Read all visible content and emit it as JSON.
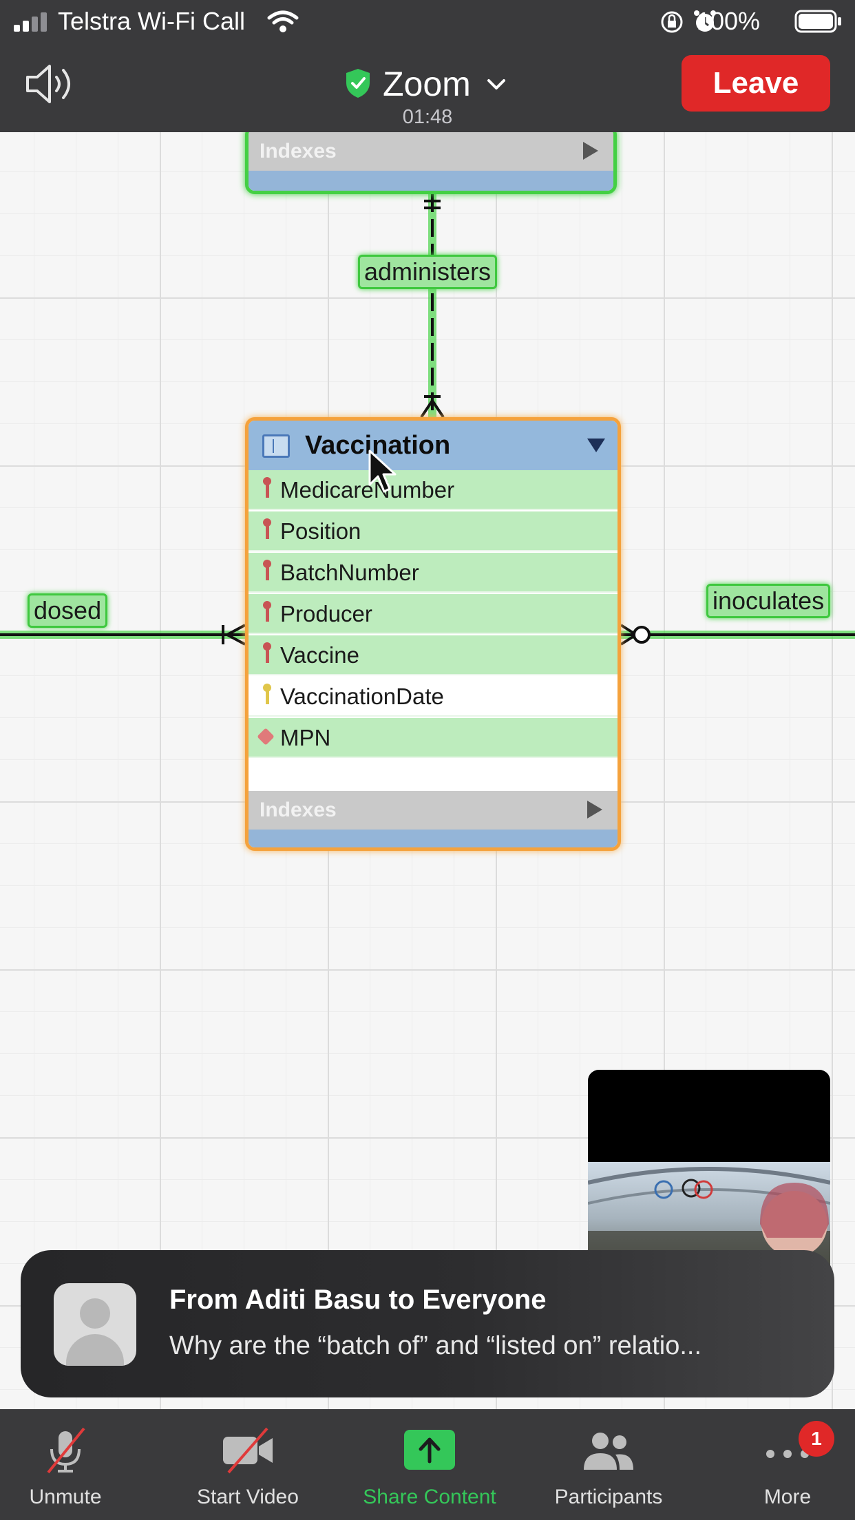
{
  "status_bar": {
    "carrier": "Telstra Wi-Fi Call",
    "battery_percent": "100%",
    "icons": [
      "signal-bars-icon",
      "wifi-icon",
      "orientation-lock-icon",
      "alarm-icon",
      "battery-icon"
    ]
  },
  "top_bar": {
    "meeting_title": "Zoom",
    "timer": "01:48",
    "leave_label": "Leave",
    "icons": [
      "speaker-icon",
      "shield-check-icon",
      "chevron-down-icon"
    ]
  },
  "diagram": {
    "top_entity": {
      "indexes_label": "Indexes"
    },
    "relationships": {
      "administers": "administers",
      "dosed": "dosed",
      "inoculates": "inoculates"
    },
    "entity": {
      "title": "Vaccination",
      "attributes": [
        {
          "name": "MedicareNumber",
          "key": "primary"
        },
        {
          "name": "Position",
          "key": "primary"
        },
        {
          "name": "BatchNumber",
          "key": "primary"
        },
        {
          "name": "Producer",
          "key": "primary"
        },
        {
          "name": "Vaccine",
          "key": "primary"
        },
        {
          "name": "VaccinationDate",
          "key": "attribute"
        },
        {
          "name": "MPN",
          "key": "foreign"
        }
      ],
      "indexes_label": "Indexes"
    }
  },
  "chat_toast": {
    "sender": "From Aditi Basu to Everyone",
    "message": "Why are the “batch of” and “listed on” relatio..."
  },
  "toolbar": {
    "items": [
      {
        "label": "Unmute",
        "icon": "muted-microphone-icon"
      },
      {
        "label": "Start Video",
        "icon": "video-off-icon"
      },
      {
        "label": "Share Content",
        "icon": "share-arrow-icon"
      },
      {
        "label": "Participants",
        "icon": "participants-icon"
      },
      {
        "label": "More",
        "icon": "more-dots-icon"
      }
    ],
    "more_badge": "1"
  },
  "colors": {
    "bar_bg": "#3a3a3c",
    "leave": "#e02828",
    "accent_green": "#34c759",
    "selection_orange": "#f5a23c",
    "highlight_green": "#44d044"
  }
}
